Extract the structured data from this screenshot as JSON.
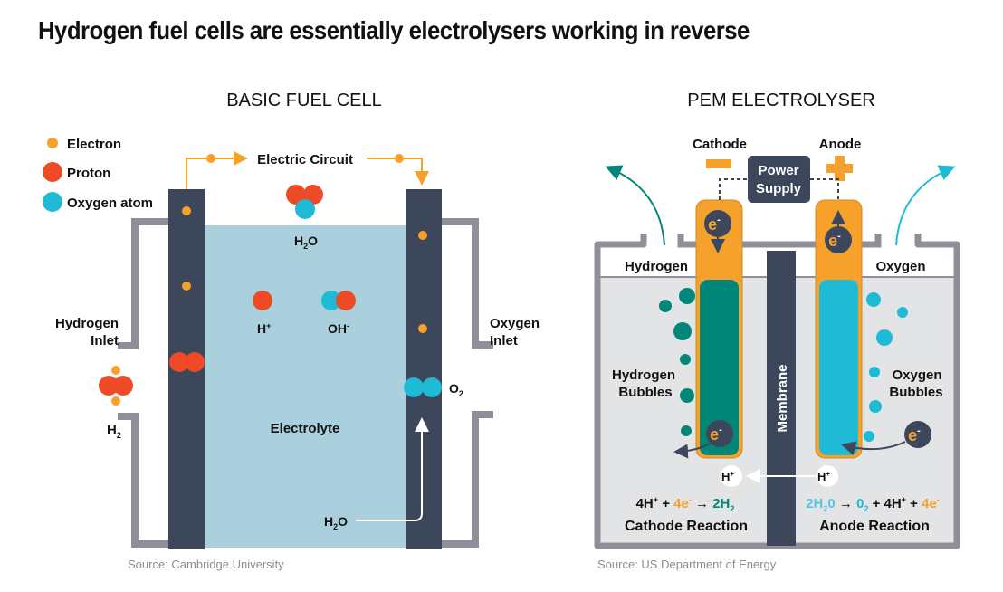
{
  "title": "Hydrogen fuel cells are essentially electrolysers working in reverse",
  "colors": {
    "electron": "#f5a12b",
    "proton": "#ee4a25",
    "oxygen": "#1fbad6",
    "electrode": "#3c475c",
    "electrolyte": "#a9d0dc",
    "frame": "#908f99",
    "cathode_plate": "#00877a",
    "tank_fill": "#e3e4e6"
  },
  "fuel_cell": {
    "heading": "BASIC FUEL CELL",
    "legend": [
      {
        "icon": "electron-dot-icon",
        "label": "Electron"
      },
      {
        "icon": "proton-dot-icon",
        "label": "Proton"
      },
      {
        "icon": "oxygen-atom-dot-icon",
        "label": "Oxygen atom"
      }
    ],
    "circuit_label": "Electric Circuit",
    "water_top": {
      "label": "H",
      "sub": "2",
      "tail": "O"
    },
    "hydrogen_inlet": {
      "line1": "Hydrogen",
      "line2": "Inlet"
    },
    "oxygen_inlet": {
      "line1": "Oxygen",
      "line2": "Inlet"
    },
    "h2": {
      "label": "H",
      "sub": "2"
    },
    "h_plus": {
      "label": "H",
      "sup": "+"
    },
    "oh_minus": {
      "label": "OH",
      "sup": "-"
    },
    "o2": {
      "label": "O",
      "sub": "2"
    },
    "electrolyte_label": "Electrolyte",
    "water_bottom": {
      "label": "H",
      "sub": "2",
      "tail": "O"
    },
    "source": "Source: Cambridge University"
  },
  "electrolyser": {
    "heading": "PEM ELECTROLYSER",
    "cathode_label": "Cathode",
    "anode_label": "Anode",
    "power_supply": {
      "line1": "Power",
      "line2": "Supply"
    },
    "hydrogen_label": "Hydrogen",
    "oxygen_label": "Oxygen",
    "membrane_label": "Membrane",
    "hydrogen_bubbles": {
      "line1": "Hydrogen",
      "line2": "Bubbles"
    },
    "oxygen_bubbles": {
      "line1": "Oxygen",
      "line2": "Bubbles"
    },
    "electron_symbol": "e",
    "electron_sup": "-",
    "h_plus": {
      "label": "H",
      "sup": "+"
    },
    "cathode_reaction": {
      "parts": [
        "4H",
        "+",
        " + ",
        "4e",
        "-",
        " → ",
        "2H",
        "2"
      ],
      "label": "Cathode Reaction"
    },
    "anode_reaction": {
      "parts": [
        "2H",
        "2",
        "0",
        " → ",
        "0",
        "2",
        " + 4H",
        "+",
        " + ",
        "4e",
        "-"
      ],
      "label": "Anode Reaction"
    },
    "source": "Source: US Department of Energy"
  }
}
